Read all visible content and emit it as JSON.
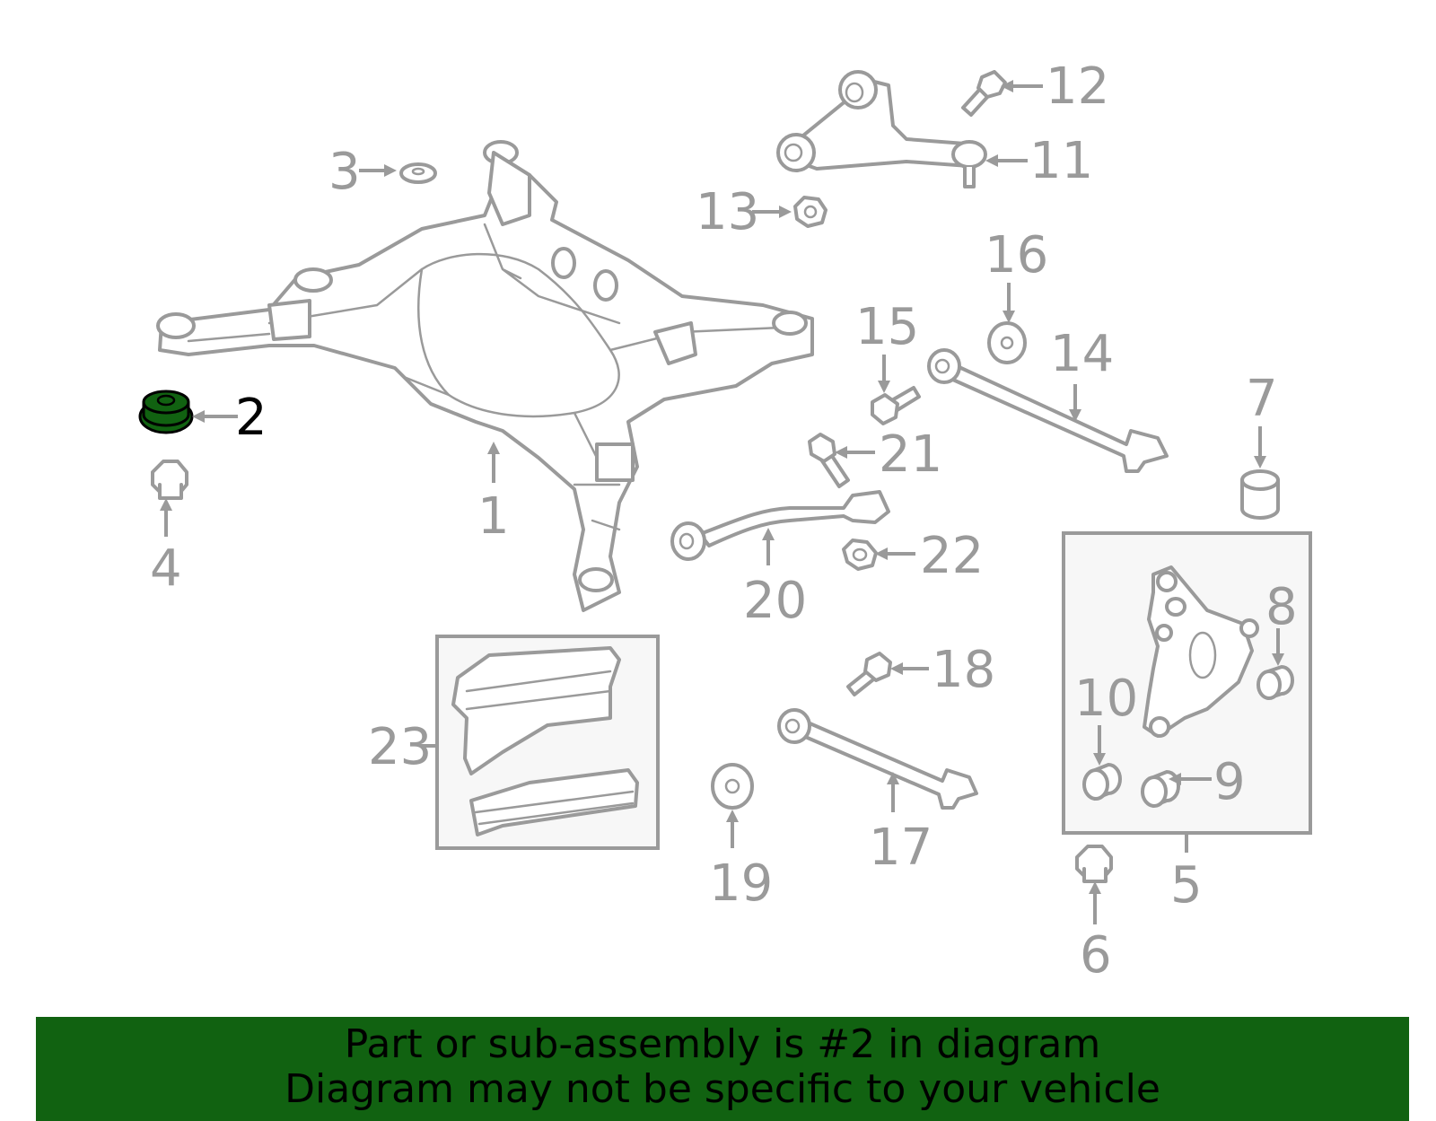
{
  "diagram": {
    "highlighted_part": "2",
    "highlight_color": "#116211",
    "callouts": [
      "1",
      "2",
      "3",
      "4",
      "5",
      "6",
      "7",
      "8",
      "9",
      "10",
      "11",
      "12",
      "13",
      "14",
      "15",
      "16",
      "17",
      "18",
      "19",
      "20",
      "21",
      "22",
      "23"
    ]
  },
  "banner": {
    "line1": "Part or sub-assembly is #2 in diagram",
    "line2": "Diagram may not be specific to your vehicle",
    "background": "#116211"
  }
}
